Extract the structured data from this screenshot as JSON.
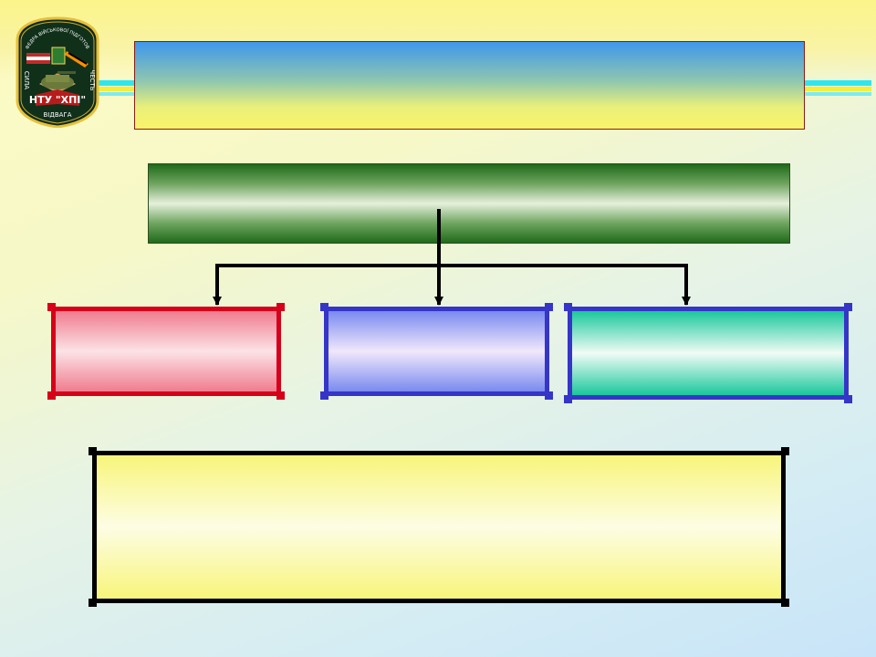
{
  "emblem": {
    "top_text": "КАФЕДРА ВІЙСЬКОВОЇ ПІДГОТОВКИ ОФІЦЕРІВ ЗАПАСУ",
    "left_text": "СИЛА",
    "right_text": "ЧЕСТЬ",
    "center_text": "НТУ \"ХПІ\"",
    "bottom_text": "ВІДВАГА"
  },
  "diagram": {
    "title": "",
    "root": "",
    "children": [
      "",
      "",
      ""
    ],
    "summary": ""
  },
  "colors": {
    "red_border": "#d6001a",
    "blue_border": "#3535c8",
    "black_border": "#000000",
    "connector": "#000000"
  }
}
